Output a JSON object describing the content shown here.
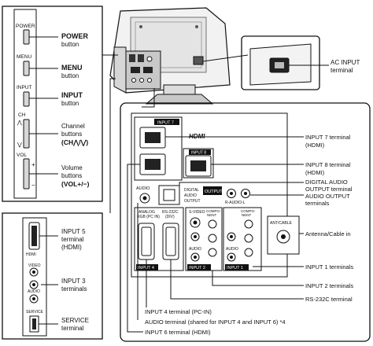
{
  "left_panel": {
    "buttons": [
      {
        "key": "POWER",
        "label1": "POWER",
        "label2": "button"
      },
      {
        "key": "MENU",
        "label1": "MENU",
        "label2": "button"
      },
      {
        "key": "INPUT",
        "label1": "INPUT",
        "label2": "button"
      }
    ],
    "channel": {
      "key": "CH",
      "label1": "Channel",
      "label2": "buttons",
      "label3": "(CH⋀/⋁)"
    },
    "volume": {
      "key": "VOL",
      "plus": "+",
      "minus": "−",
      "label1": "Volume",
      "label2": "buttons",
      "label3": "(VOL+/−)"
    }
  },
  "side_panel": {
    "hdmi_small": "HDMI",
    "video_small": "VIDEO",
    "audio_small": "AUDIO",
    "service_small": "SERVICE",
    "input5": [
      "INPUT 5",
      "terminal",
      "(HDMI)"
    ],
    "input3": [
      "INPUT 3",
      "terminals"
    ],
    "service": [
      "SERVICE",
      "terminal"
    ]
  },
  "ac_panel": {
    "label": [
      "AC INPUT",
      "terminal"
    ]
  },
  "rear_panel": {
    "input7_tag": "INPUT 7",
    "input8_tag": "INPUT 8",
    "hdmi_logo": "HDMI",
    "audio_small": "AUDIO",
    "digital_audio_output": [
      "DIGITAL",
      "AUDIO",
      "OUTPUT"
    ],
    "output_tag": "OUTPUT",
    "rl_audio": "R-AUDIO-L",
    "analog_rgb": [
      "ANALOG",
      "RGB (PC IN)"
    ],
    "rs232c": [
      "RS-232C",
      "(DIV)"
    ],
    "svideo": "S-VIDEO",
    "composite": [
      "COMPO-",
      "NENT"
    ],
    "audio_port": "AUDIO",
    "antenna_box": "ANT/CABLE",
    "input4_tag": "INPUT 4",
    "input2_tag": "INPUT 2",
    "input1_tag": "INPUT 1"
  },
  "callouts": {
    "input7": [
      "INPUT 7 terminal",
      "(HDMI)"
    ],
    "input8": [
      "INPUT 8 terminal",
      "(HDMI)"
    ],
    "digital_audio": [
      "DIGITAL AUDIO",
      "OUTPUT terminal"
    ],
    "audio_output": [
      "AUDIO OUTPUT",
      "terminals"
    ],
    "antenna": "Antenna/Cable in",
    "input1": "INPUT 1 terminals",
    "input2": "INPUT 2 terminals",
    "rs232c": "RS-232C terminal",
    "input4": "INPUT 4 terminal (PC-IN)",
    "audio_shared": "AUDIO terminal (shared for INPUT 4 and INPUT 6) *4",
    "input6": "INPUT 6 terminal (HDMI)"
  }
}
